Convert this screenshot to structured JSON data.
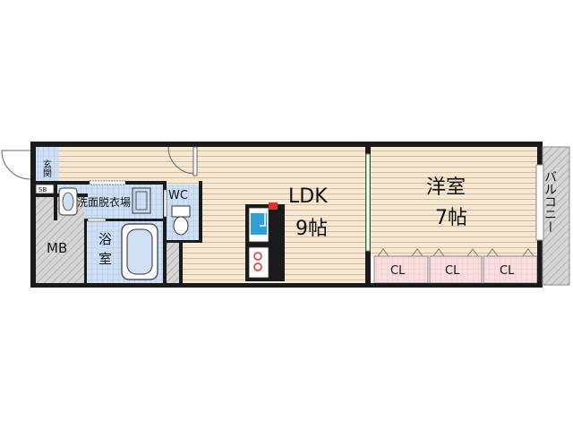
{
  "rooms": {
    "entrance": "玄関",
    "shoe_box": "SB",
    "washroom": "洗面脱衣場",
    "toilet": "WC",
    "meter_box": "MB",
    "bath_line1": "浴",
    "bath_line2": "室",
    "ldk_name": "LDK",
    "ldk_size": "9帖",
    "western_name": "洋室",
    "western_size": "7帖",
    "closets": [
      "CL",
      "CL",
      "CL"
    ],
    "balcony": "バルコニー"
  },
  "colors": {
    "wall": "#1a1a1a",
    "floor_wood": "#f6e9d4",
    "floor_stripe": "#d8b998",
    "wet_area": "#cfe0f4",
    "wet_grid": "#8fb3dc",
    "closet": "#f8dede",
    "hatch_gray": "#c8c8c8",
    "sink_blue": "#2e9fd8",
    "stove_red": "#e0322c",
    "door_arc": "#666666",
    "window_green": "#5aa05a"
  }
}
